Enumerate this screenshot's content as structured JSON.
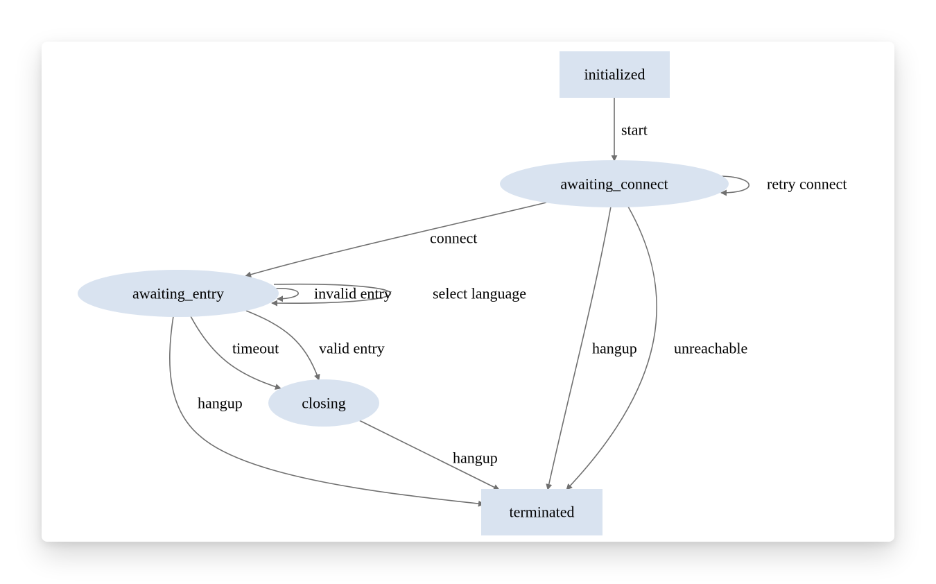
{
  "colors": {
    "node_fill": "#d9e3f0",
    "edge": "#707070",
    "text": "#000000",
    "card": "#ffffff"
  },
  "nodes": {
    "initialized": "initialized",
    "awaiting_connect": "awaiting_connect",
    "awaiting_entry": "awaiting_entry",
    "closing": "closing",
    "terminated": "terminated"
  },
  "edges": {
    "start": "start",
    "retry_connect": "retry connect",
    "connect": "connect",
    "invalid_entry": "invalid entry",
    "select_language": "select language",
    "timeout": "timeout",
    "valid_entry": "valid entry",
    "hangup_entry": "hangup",
    "hangup_connect": "hangup",
    "unreachable": "unreachable",
    "hangup_closing": "hangup"
  }
}
